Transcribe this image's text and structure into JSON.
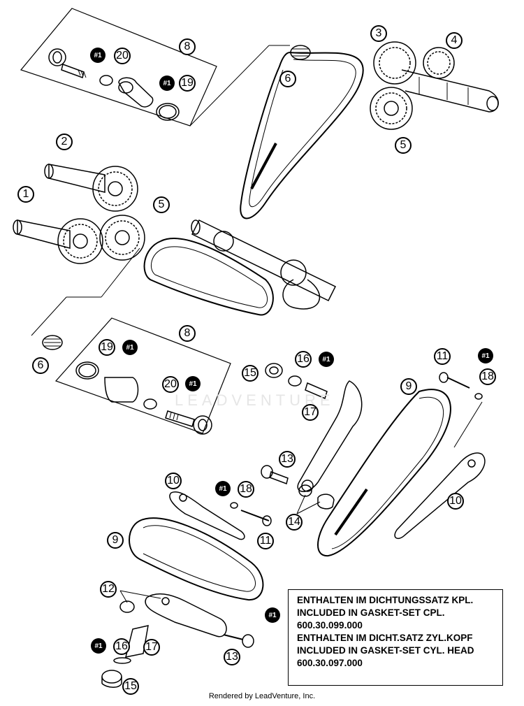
{
  "callouts": {
    "c1a": "1",
    "c2": "2",
    "c3": "3",
    "c4": "4",
    "c5a": "5",
    "c5b": "5",
    "c6a": "6",
    "c6b": "6",
    "c8a": "8",
    "c8b": "8",
    "c9a": "9",
    "c9b": "9",
    "c10a": "10",
    "c10b": "10",
    "c11a": "11",
    "c11b": "11",
    "c12": "12",
    "c13a": "13",
    "c13b": "13",
    "c14": "14",
    "c15a": "15",
    "c15b": "15",
    "c16a": "16",
    "c16b": "16",
    "c17a": "17",
    "c17b": "17",
    "c18a": "18",
    "c18b": "18",
    "c19a": "19",
    "c19b": "19",
    "c20a": "20",
    "c20b": "20"
  },
  "ref_marker": "#1",
  "legend": {
    "lines": [
      "ENTHALTEN IM DICHTUNGSSATZ KPL.",
      "INCLUDED IN GASKET-SET CPL.",
      "600.30.099.000",
      "ENTHALTEN IM DICHT.SATZ ZYL.KOPF",
      "INCLUDED IN GASKET-SET CYL. HEAD",
      "600.30.097.000"
    ]
  },
  "watermark": "LEADVENTURE",
  "footer": "Rendered by LeadVenture, Inc."
}
